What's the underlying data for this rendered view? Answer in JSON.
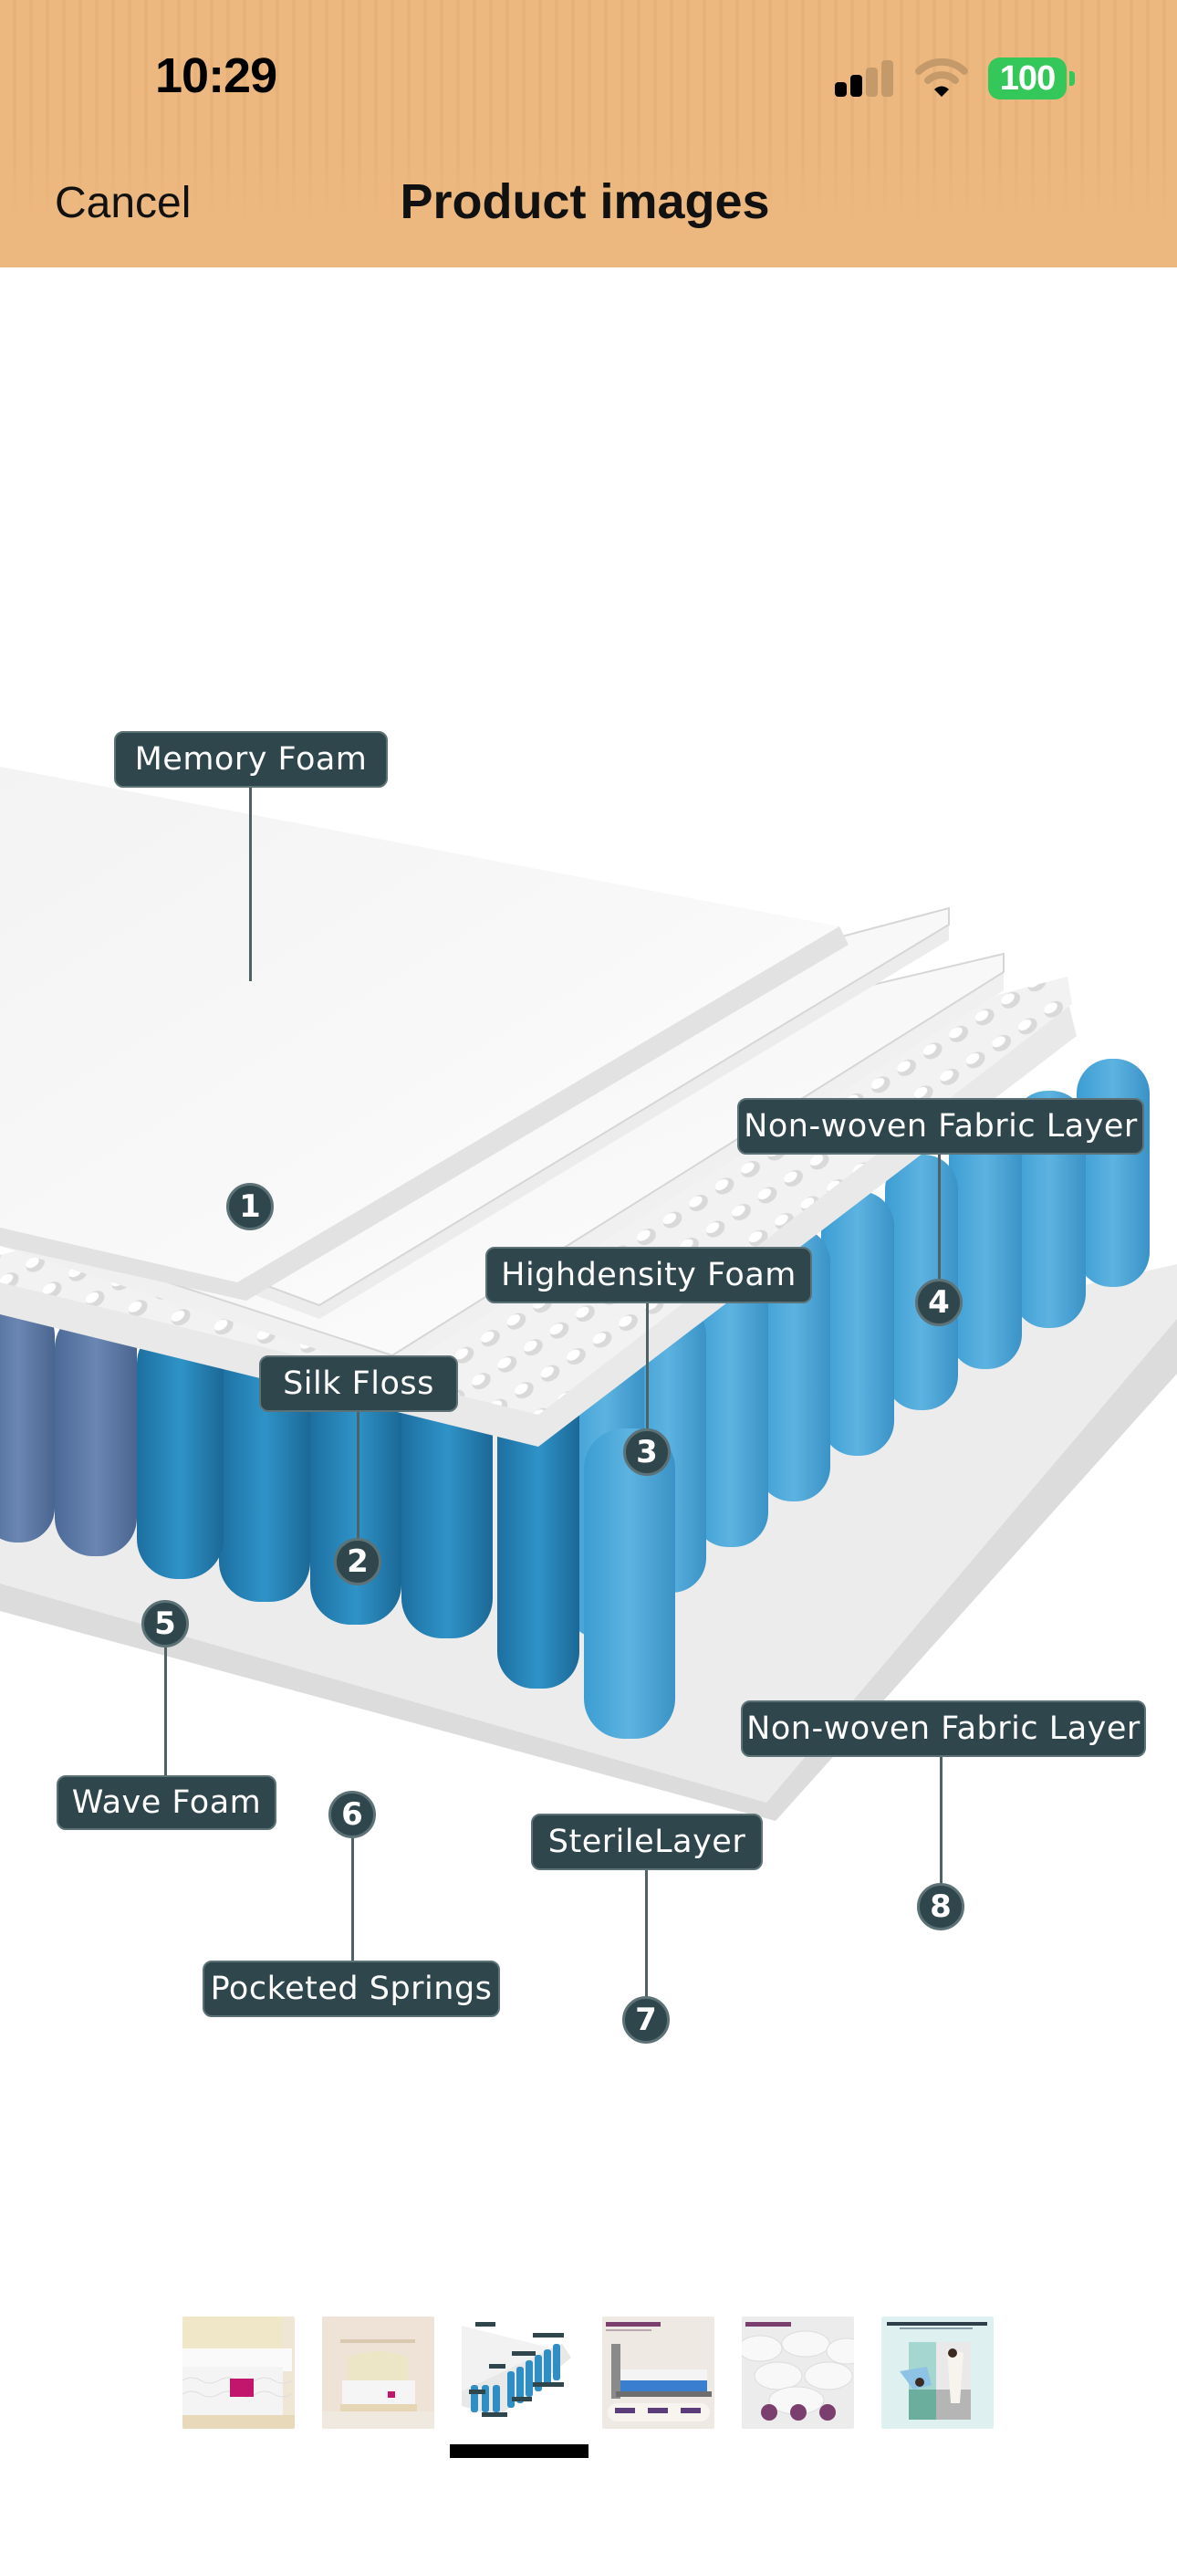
{
  "status_bar": {
    "time": "10:29",
    "signal_bars_active": 2,
    "signal_bars_total": 4,
    "wifi_icon": "wifi-icon",
    "battery_level": "100",
    "battery_color": "#34c759"
  },
  "header": {
    "cancel_label": "Cancel",
    "title": "Product images",
    "background_color": "#ecb87f"
  },
  "diagram": {
    "callouts": [
      {
        "number": "1",
        "label": "Memory Foam"
      },
      {
        "number": "2",
        "label": "Silk Floss"
      },
      {
        "number": "3",
        "label": "Highdensity Foam"
      },
      {
        "number": "4",
        "label": "Non-woven Fabric Layer"
      },
      {
        "number": "5",
        "label": "Wave Foam"
      },
      {
        "number": "6",
        "label": "Pocketed Springs"
      },
      {
        "number": "7",
        "label": "SterileLayer"
      },
      {
        "number": "8",
        "label": "Non-woven Fabric Layer"
      }
    ],
    "callout_color": "#2f474c",
    "spring_color": "#2f8fc4"
  },
  "thumbnails": {
    "items": [
      {
        "name": "mattress-closeup",
        "caption": ""
      },
      {
        "name": "bedroom-mattress",
        "caption": ""
      },
      {
        "name": "layer-diagram",
        "caption": ""
      },
      {
        "name": "orthopedic-zones",
        "caption": "9-Zone Orthopedic Mattress"
      },
      {
        "name": "breathable-fabric",
        "caption": "Breathable 3D Fabric"
      },
      {
        "name": "motion-isolation",
        "caption": "SOUND ISOLATION & MOTION ISOLATION"
      }
    ],
    "selected_index": 2
  }
}
